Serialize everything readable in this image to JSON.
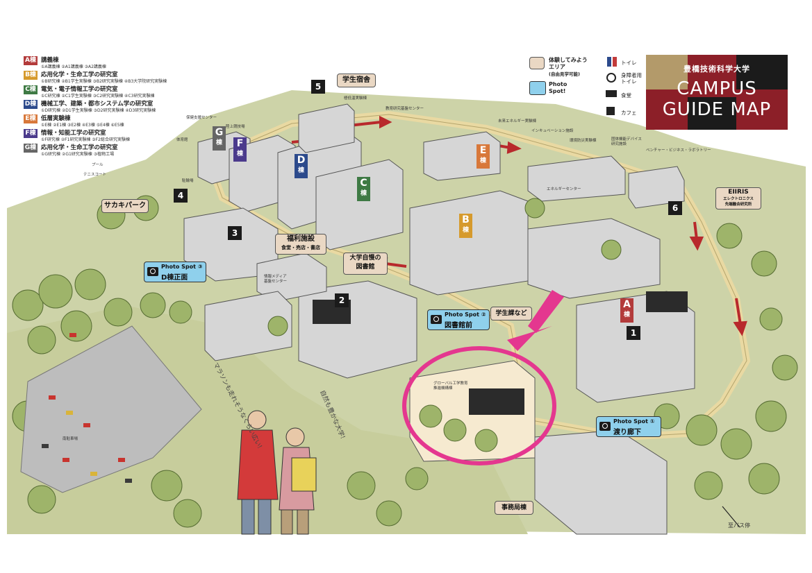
{
  "legend": [
    {
      "badge": "A棟",
      "color": "#b33b3b",
      "title": "講義棟",
      "sub": "①A講義棟 ②A1講義棟 ③A2講義棟"
    },
    {
      "badge": "B棟",
      "color": "#d69a2c",
      "title": "応用化学・生命工学の研究室",
      "sub": "①B研究棟 ②B1学生実験棟 ③B2研究実験棟 ④B3大学院研究実験棟"
    },
    {
      "badge": "C棟",
      "color": "#3e7a44",
      "title": "電気・電子情報工学の研究室",
      "sub": "①C研究棟 ②C1学生実験棟 ③C2研究実験棟 ④C3研究実験棟"
    },
    {
      "badge": "D棟",
      "color": "#2c4a8c",
      "title": "機械工学、建築・都市システム学の研究室",
      "sub": "①D研究棟 ②D1学生実験棟 ③D2研究実験棟 ④D3研究実験棟"
    },
    {
      "badge": "E棟",
      "color": "#d8783a",
      "title": "低層実験棟",
      "sub": "①E棟 ②E1棟 ③E2棟 ④E3棟 ⑤E4棟 ⑥E5棟"
    },
    {
      "badge": "F棟",
      "color": "#4b3a8c",
      "title": "情報・知能工学の研究室",
      "sub": "①F研究棟 ②F1研究実験棟 ③F2総合研究実験棟"
    },
    {
      "badge": "G棟",
      "color": "#666666",
      "title": "応用化学・生命工学の研究室",
      "sub": "①G研究棟 ②G1研究実験棟 ③植物工場"
    }
  ],
  "logo": {
    "sub": "豊橋技術科学大学",
    "line1": "CAMPUS",
    "line2": "GUIDE MAP"
  },
  "icon_key": {
    "experience_line1": "体験してみよう",
    "experience_line2": "エリア",
    "experience_line3": "(自由見学可能)",
    "photo_spot_line1": "Photo",
    "photo_spot_line2": "Spot!",
    "toilet": "トイレ",
    "accessible_toilet_line1": "身障者用",
    "accessible_toilet_line2": "トイレ",
    "cafeteria": "食堂",
    "cafe": "カフェ"
  },
  "buildings": {
    "g": "G",
    "f": "F",
    "d": "D",
    "c": "C",
    "e": "E",
    "b": "B",
    "a": "A",
    "suffix": "棟"
  },
  "numbers": {
    "n1": "1",
    "n2": "2",
    "n3": "3",
    "n4": "4",
    "n5": "5",
    "n6": "6"
  },
  "callouts": {
    "dorm": "学生宿舎",
    "sakai_park": "サカキパーク",
    "welfare_title": "福利施設",
    "welfare_sub": "食堂・売店・書店",
    "library_line1": "大学自慢の",
    "library_line2": "図書館",
    "student_affairs": "学生課など",
    "admin": "事務局棟",
    "eiiris_title": "EIIRIS",
    "eiiris_sub1": "エレクトロニクス",
    "eiiris_sub2": "先端融合研究所"
  },
  "photo_spots": [
    {
      "label": "Photo Spot ③",
      "place": "D棟正面"
    },
    {
      "label": "Photo Spot ②",
      "place": "図書館前"
    },
    {
      "label": "Photo Spot ①",
      "place": "渡り廊下"
    }
  ],
  "small_labels": {
    "gym": "体育館",
    "health_center": "保健支援センター",
    "track": "陸上競技場",
    "tennis": "テニスコート",
    "pool": "プール",
    "media_center_line1": "情報メディア",
    "media_center_line2": "基盤センター",
    "global_line1": "グローバル工学教育",
    "global_line2": "推進機構棟",
    "extreme_energy": "極低温実験棟",
    "collab_center": "教育研究基盤センター",
    "energy_center": "エネルギーセンター",
    "incubation": "インキュベーション施設",
    "future_energy": "未来エネルギー実験棟",
    "radiation": "環境防災実験棟",
    "solid_device_line1": "固体機能デバイス",
    "solid_device_line2": "研究施設",
    "venture": "ベンチャー・ビジネス・ラボラトリー",
    "bicycle": "駐輪場",
    "parking": "南駐車場",
    "bus_stop": "至バス停"
  },
  "handwriting": {
    "left": "マラソンも走れそうなくらい広い!",
    "right": "自然も豊かな大学!"
  }
}
